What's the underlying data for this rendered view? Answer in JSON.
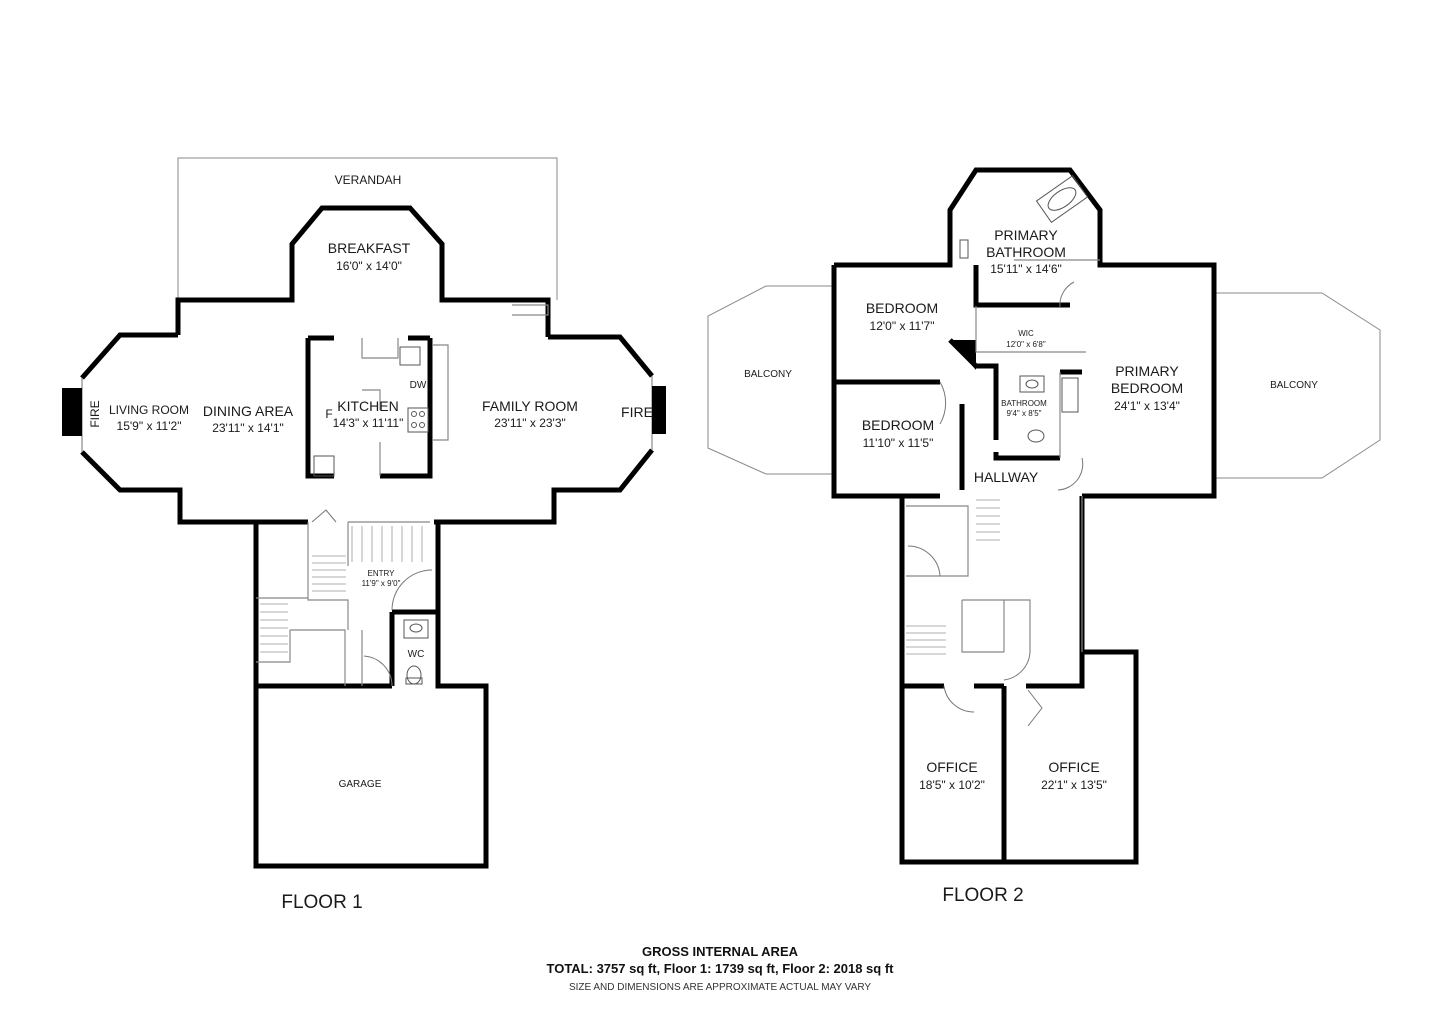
{
  "floor1": {
    "label": "FLOOR 1",
    "rooms": {
      "verandah": {
        "name": "VERANDAH"
      },
      "breakfast": {
        "name": "BREAKFAST",
        "dim": "16'0\" x 14'0\""
      },
      "living_room": {
        "name": "LIVING ROOM",
        "dim": "15'9\" x 11'2\""
      },
      "dining_area": {
        "name": "DINING AREA",
        "dim": "23'11\" x 14'1\""
      },
      "kitchen": {
        "name": "KITCHEN",
        "dim": "14'3\" x 11'11\""
      },
      "family_room": {
        "name": "FAMILY ROOM",
        "dim": "23'11\" x 23'3\""
      },
      "entry": {
        "name": "ENTRY",
        "dim": "11'9\" x 9'0\""
      },
      "wc": {
        "name": "WC"
      },
      "garage": {
        "name": "GARAGE"
      }
    },
    "fixtures": {
      "fire_left": "FIRE",
      "fire_right": "FIRE",
      "dw": "DW",
      "fridge": "F"
    }
  },
  "floor2": {
    "label": "FLOOR 2",
    "rooms": {
      "primary_bathroom": {
        "name1": "PRIMARY",
        "name2": "BATHROOM",
        "dim": "15'11\" x 14'6\""
      },
      "bedroom1": {
        "name": "BEDROOM",
        "dim": "12'0\" x 11'7\""
      },
      "bedroom2": {
        "name": "BEDROOM",
        "dim": "11'10\" x 11'5\""
      },
      "wic": {
        "name": "WIC",
        "dim": "12'0\" x 6'8\""
      },
      "bathroom": {
        "name": "BATHROOM",
        "dim": "9'4\" x 8'5\""
      },
      "primary_bedroom": {
        "name1": "PRIMARY",
        "name2": "BEDROOM",
        "dim": "24'1\" x 13'4\""
      },
      "hallway": {
        "name": "HALLWAY"
      },
      "balcony_left": {
        "name": "BALCONY"
      },
      "balcony_right": {
        "name": "BALCONY"
      },
      "office1": {
        "name": "OFFICE",
        "dim": "18'5\" x 10'2\""
      },
      "office2": {
        "name": "OFFICE",
        "dim": "22'1\" x 13'5\""
      }
    }
  },
  "footer": {
    "title": "GROSS INTERNAL AREA",
    "total": "TOTAL: 3757 sq ft, Floor 1: 1739 sq ft, Floor 2: 2018 sq ft",
    "note": "SIZE AND DIMENSIONS ARE APPROXIMATE ACTUAL MAY VARY"
  },
  "colors": {
    "wall": "#000000",
    "thin": "#7a7a7a",
    "background": "#ffffff"
  }
}
